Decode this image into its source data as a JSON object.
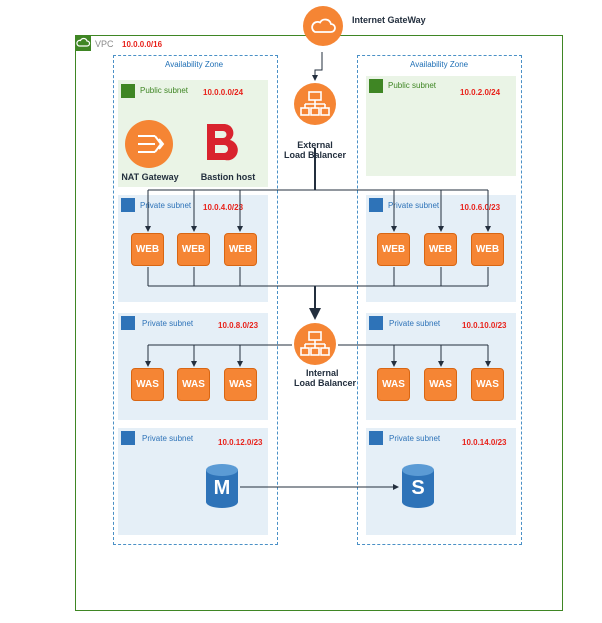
{
  "gateway": {
    "label": "Internet GateWay"
  },
  "vpc": {
    "label": "VPC",
    "cidr": "10.0.0.0/16"
  },
  "zones": [
    {
      "label": "Availability Zone"
    },
    {
      "label": "Availability Zone"
    }
  ],
  "subnets": {
    "left_public": {
      "label": "Public subnet",
      "cidr": "10.0.0.0/24"
    },
    "right_public": {
      "label": "Public subnet",
      "cidr": "10.0.2.0/24"
    },
    "left_web": {
      "label": "Private subnet",
      "cidr": "10.0.4.0/23"
    },
    "right_web": {
      "label": "Private subnet",
      "cidr": "10.0.6.0/23"
    },
    "left_was": {
      "label": "Private subnet",
      "cidr": "10.0.8.0/23"
    },
    "right_was": {
      "label": "Private subnet",
      "cidr": "10.0.10.0/23"
    },
    "left_db": {
      "label": "Private subnet",
      "cidr": "10.0.12.0/23"
    },
    "right_db": {
      "label": "Private subnet",
      "cidr": "10.0.14.0/23"
    }
  },
  "nat": {
    "label": "NAT Gateway"
  },
  "bastion": {
    "label": "Bastion host",
    "letter": "B"
  },
  "elb": {
    "line1": "External",
    "line2": "Load Balancer"
  },
  "ilb": {
    "line1": "Internal",
    "line2": "Load Balancer"
  },
  "web": {
    "label": "WEB"
  },
  "was": {
    "label": "WAS"
  },
  "db": {
    "master": "M",
    "slave": "S"
  },
  "colors": {
    "orange": "#f58534",
    "green": "#3f8624",
    "red": "#e8231c",
    "blue": "#4a90c6",
    "bastion": "#d9232e",
    "db": "#2e73b8"
  }
}
